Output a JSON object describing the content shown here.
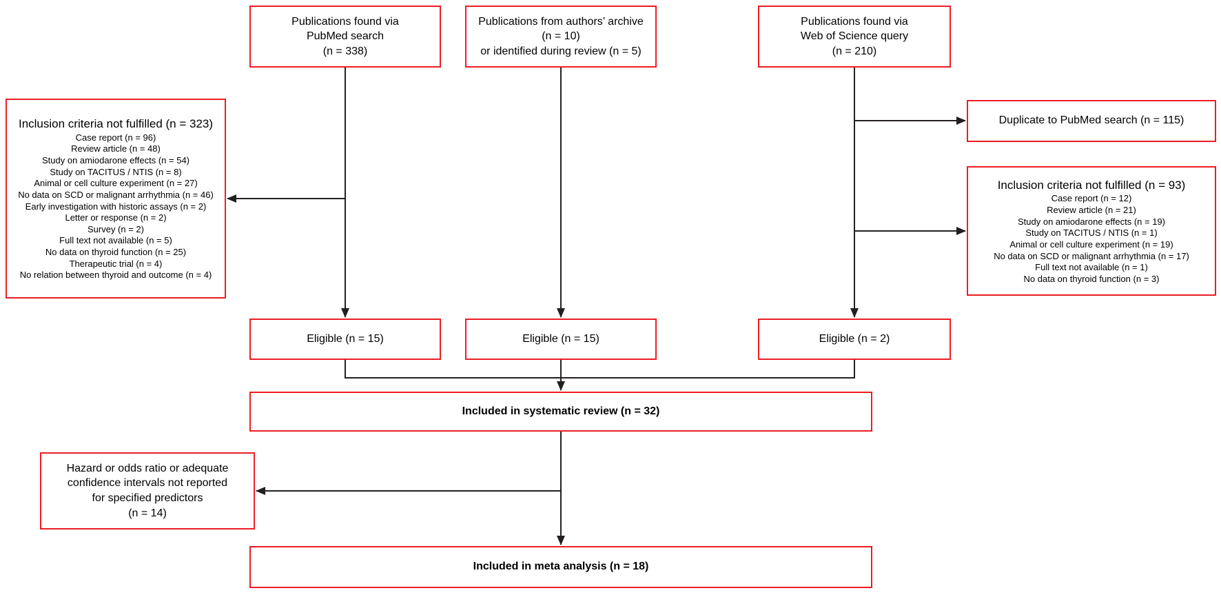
{
  "figure": {
    "box_border_color": "#ed1c24",
    "connector_color": "#231f20",
    "sources": [
      {
        "lines": [
          "Publications found via",
          "PubMed search",
          "(n = 338)"
        ]
      },
      {
        "lines": [
          "Publications from authors’ archive",
          "(n = 10)",
          "or identified during review (n = 5)"
        ]
      },
      {
        "lines": [
          "Publications found via",
          "Web of Science query",
          "(n = 210)"
        ]
      }
    ],
    "pubmed_exclusions": {
      "title": "Inclusion criteria not fulfilled (n = 323)",
      "items": [
        "Case report (n = 96)",
        "Review article (n = 48)",
        "Study on amiodarone effects (n = 54)",
        "Study on TACITUS / NTIS (n = 8)",
        "Animal or cell culture experiment (n = 27)",
        "No data on SCD or malignant arrhythmia (n = 46)",
        "Early investigation with historic assays (n = 2)",
        "Letter or response (n = 2)",
        "Survey (n = 2)",
        "Full text not available (n = 5)",
        "No data on thyroid function (n = 25)",
        "Therapeutic trial (n = 4)",
        "No relation between thyroid and outcome (n = 4)"
      ]
    },
    "duplicates": {
      "label": "Duplicate to PubMed search (n = 115)"
    },
    "wos_exclusions": {
      "title": "Inclusion criteria not fulfilled (n = 93)",
      "items": [
        "Case report (n = 12)",
        "Review article (n = 21)",
        "Study on amiodarone effects (n = 19)",
        "Study on TACITUS / NTIS (n = 1)",
        "Animal or cell culture experiment (n = 19)",
        "No data on SCD or malignant arrhythmia (n = 17)",
        "Full text not available (n = 1)",
        "No data on thyroid function (n = 3)"
      ]
    },
    "eligible": [
      {
        "label": "Eligible (n = 15)"
      },
      {
        "label": "Eligible (n = 15)"
      },
      {
        "label": "Eligible (n = 2)"
      }
    ],
    "systematic_review": {
      "label": "Included in systematic review (n = 32)"
    },
    "meta_exclusions": {
      "lines": [
        "Hazard or odds ratio or adequate",
        "confidence intervals not reported",
        "for specified predictors",
        "(n = 14)"
      ]
    },
    "meta_analysis": {
      "label": "Included in meta analysis (n = 18)"
    }
  }
}
